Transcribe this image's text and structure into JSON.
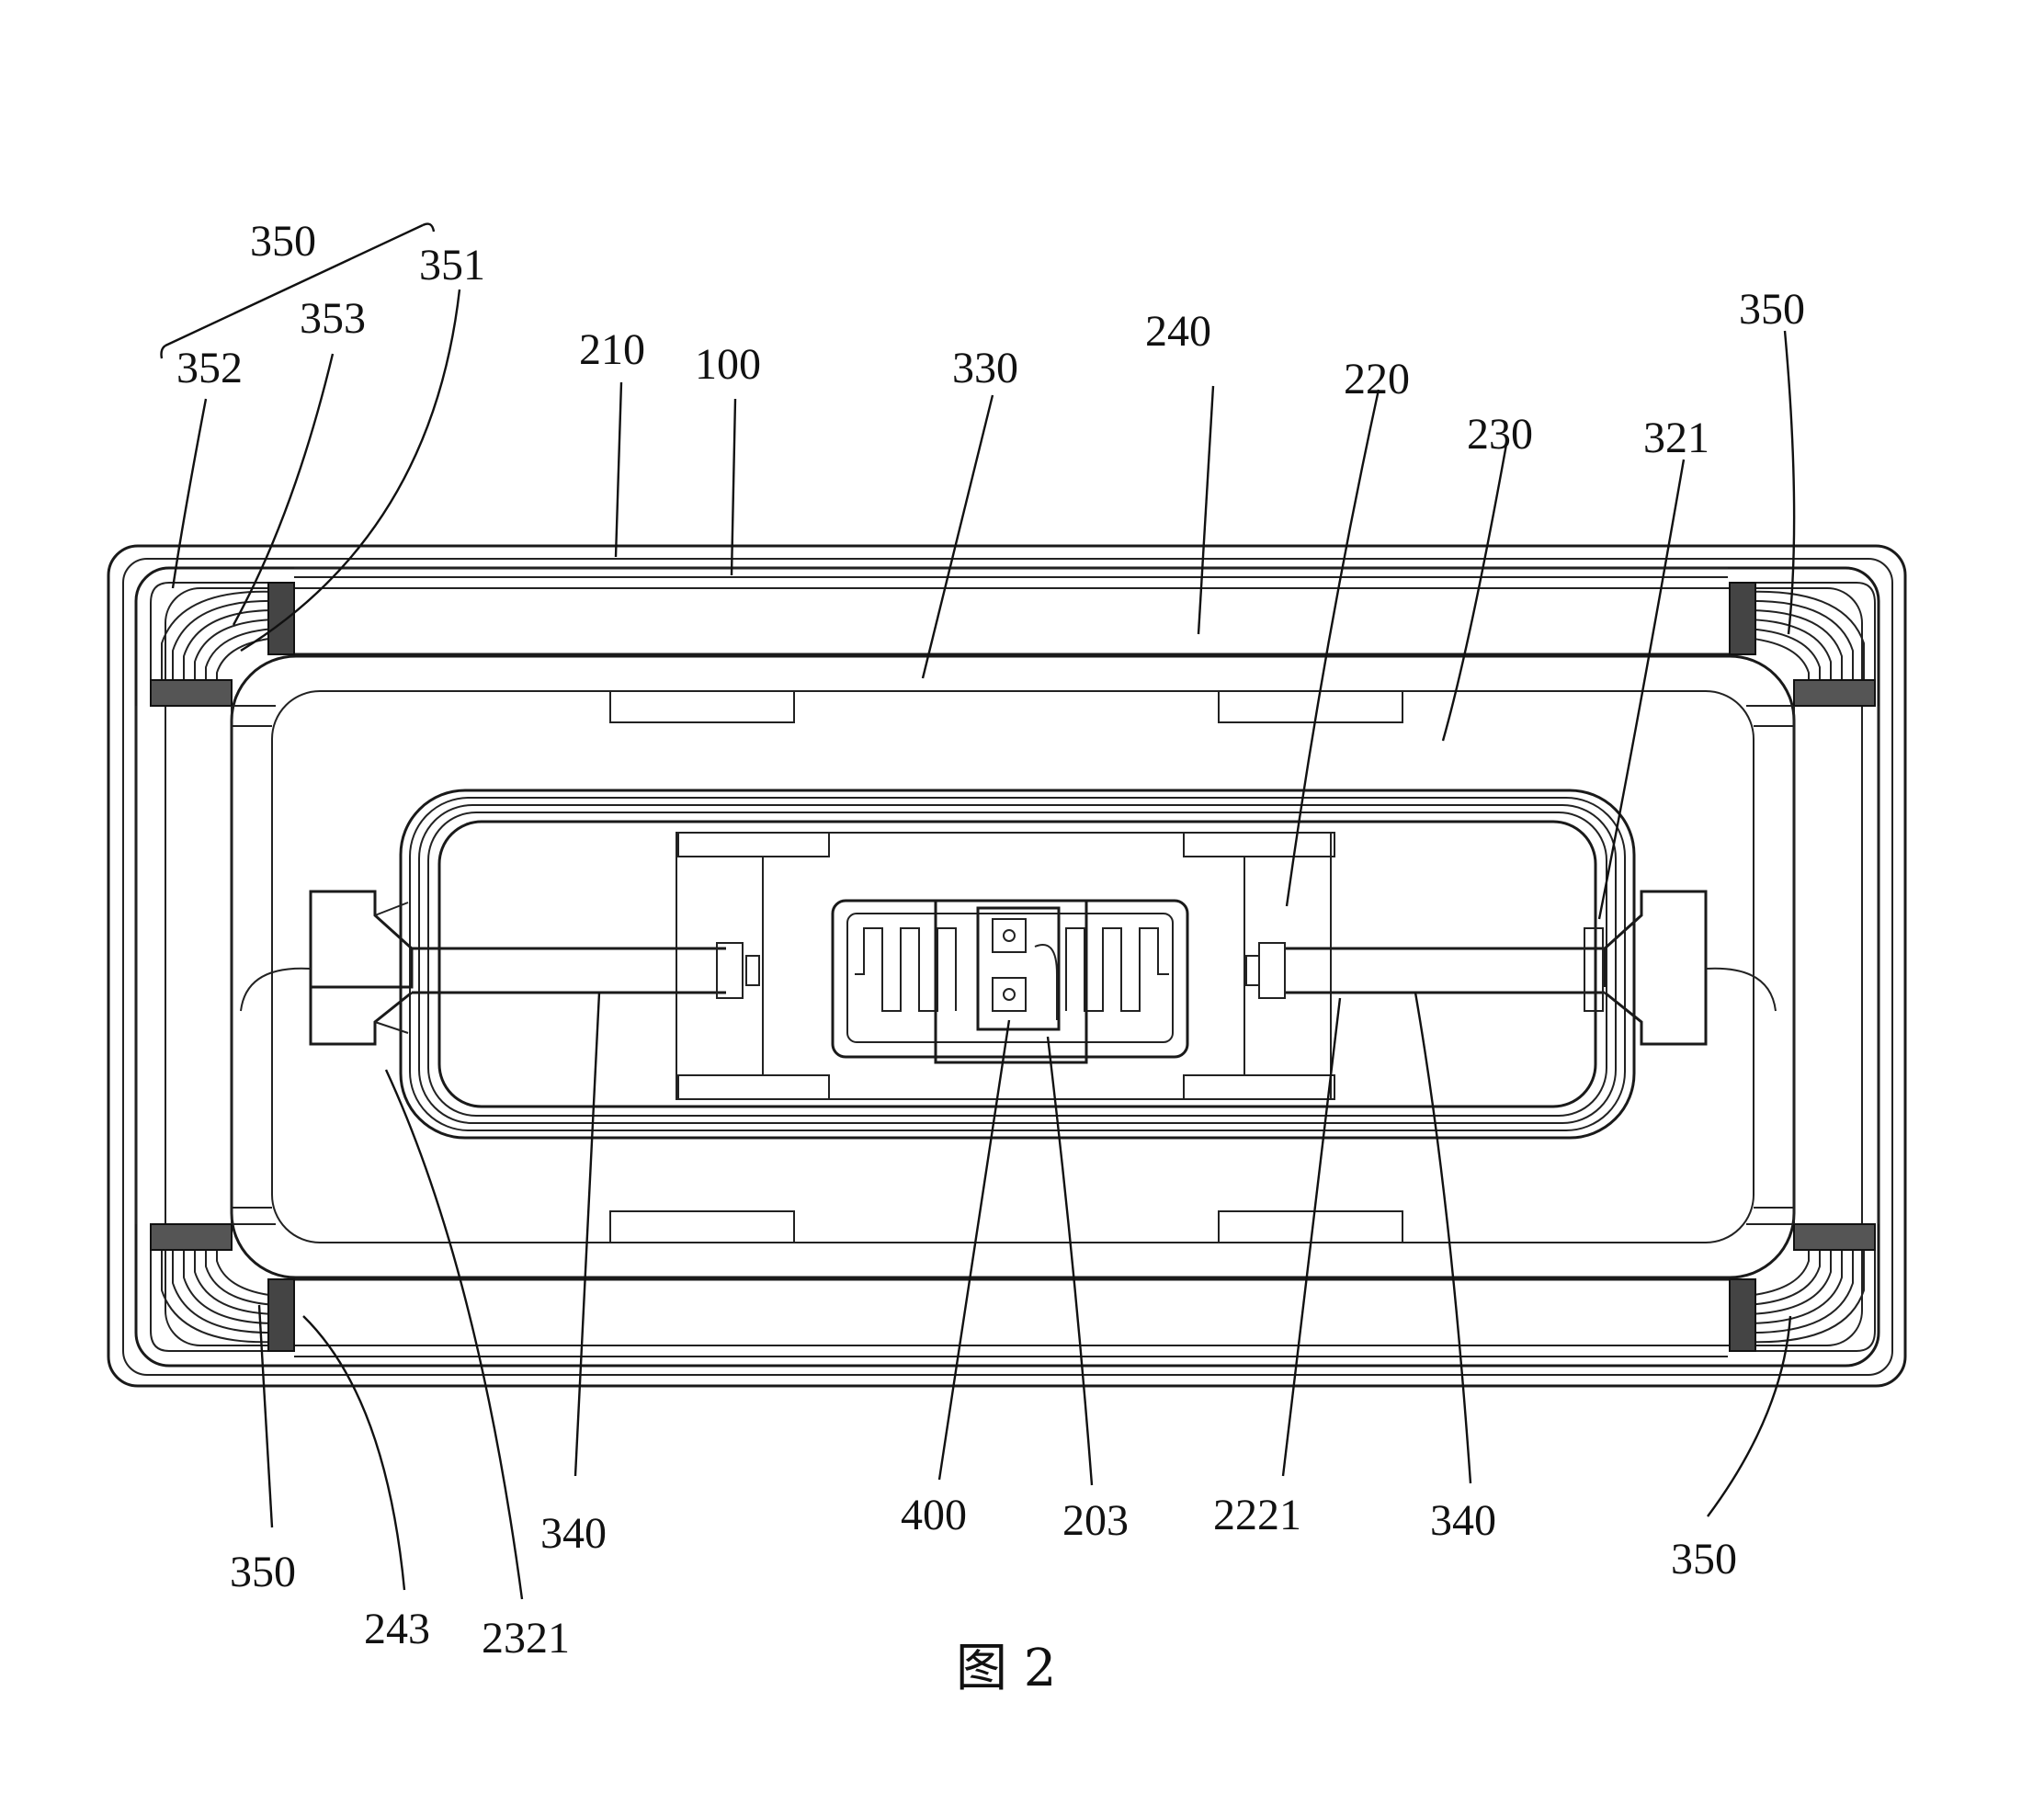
{
  "figure": {
    "caption": "图 2",
    "labels": {
      "l350_group": "350",
      "l351": "351",
      "l352": "352",
      "l353": "353",
      "l210": "210",
      "l100": "100",
      "l330": "330",
      "l240": "240",
      "l220": "220",
      "l230": "230",
      "l321": "321",
      "l350_tr": "350",
      "l350_bl": "350",
      "l243": "243",
      "l2321": "2321",
      "l340_left": "340",
      "l400": "400",
      "l203": "203",
      "l2221": "2221",
      "l340_right": "340",
      "l350_br": "350"
    }
  }
}
